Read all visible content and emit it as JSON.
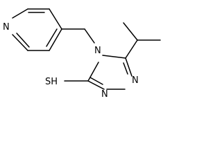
{
  "molecule": {
    "atoms": {
      "pyridine_n": "N",
      "triazole_n4": "N",
      "triazole_n1": "N",
      "triazole_n2": "N",
      "thiol": "SH"
    }
  }
}
